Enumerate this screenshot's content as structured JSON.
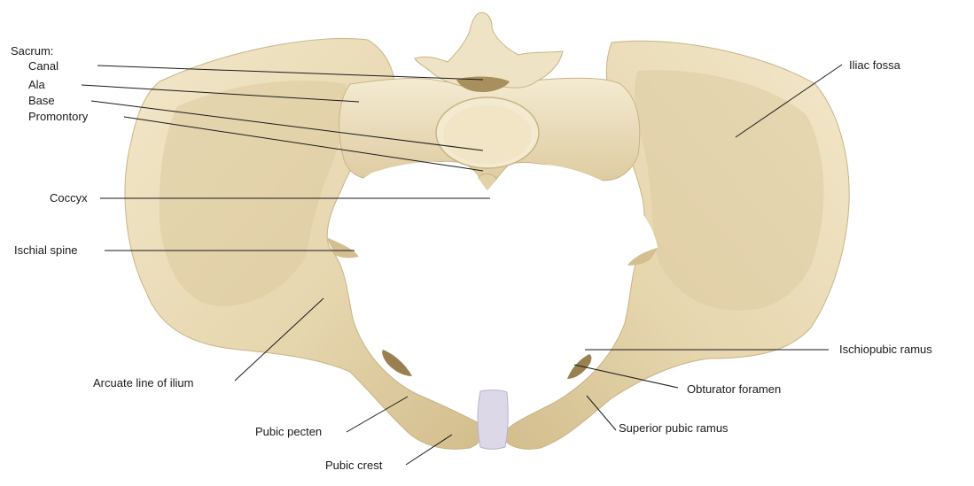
{
  "labels": {
    "sacrum": "Sacrum:",
    "canal": "Canal",
    "ala": "Ala",
    "base": "Base",
    "promontory": "Promontory",
    "coccyx": "Coccyx",
    "ischial_spine": "Ischial spine",
    "arcuate_line": "Arcuate line of ilium",
    "pubic_pecten": "Pubic pecten",
    "pubic_crest": "Pubic crest",
    "iliac_fossa": "Iliac fossa",
    "ischiopubic_ramus": "Ischiopubic ramus",
    "obturator_foramen": "Obturator foramen",
    "superior_pubic_ramus": "Superior pubic ramus"
  },
  "colors": {
    "bone": "#ede0bf",
    "bone_shadow": "#d7c59a",
    "bone_dark": "#bfa878",
    "bone_highlight": "#f7eed6",
    "cartilage": "#d9d6e6",
    "leader_line": "#1a1a1a",
    "text": "#1a1a1a",
    "background": "#ffffff"
  }
}
